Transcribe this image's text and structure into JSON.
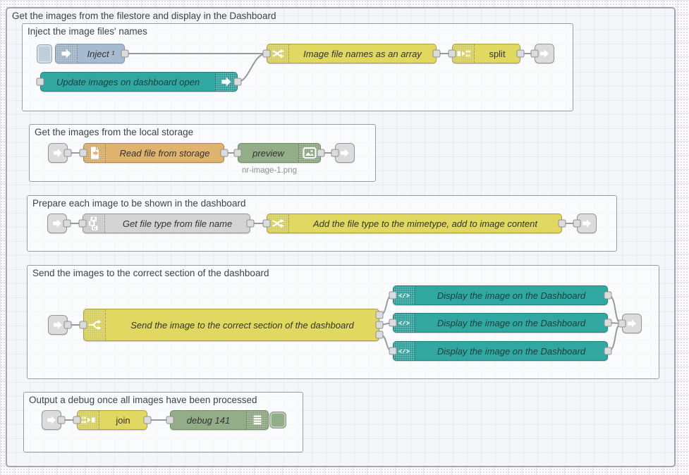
{
  "groups": {
    "outer": {
      "label": "Get the images from the filestore and display in the Dashboard"
    },
    "inject": {
      "label": "Inject the image files' names"
    },
    "storage": {
      "label": "Get the images from the local storage"
    },
    "prepare": {
      "label": "Prepare each image to be shown in the dashboard"
    },
    "send": {
      "label": "Send the images to the correct section of the dashboard"
    },
    "output": {
      "label": "Output a debug once all images have been processed"
    }
  },
  "nodes": {
    "inject": {
      "label": "Inject ¹"
    },
    "update": {
      "label": "Update images on dashboard open"
    },
    "filenames": {
      "label": "Image file names as an array"
    },
    "split": {
      "label": "split"
    },
    "readfile": {
      "label": "Read file from storage"
    },
    "preview": {
      "label": "preview",
      "status": "nr-image-1.png"
    },
    "filetype": {
      "label": "Get file type from file name"
    },
    "mimetype": {
      "label": "Add the file type to the mimetype, add to image content"
    },
    "switch": {
      "label": "Send the image to the correct section of the dashboard"
    },
    "display1": {
      "label": "Display the image on the Dashboard"
    },
    "display2": {
      "label": "Display the image on the Dashboard"
    },
    "display3": {
      "label": "Display the image on the Dashboard"
    },
    "join": {
      "label": "join"
    },
    "debug": {
      "label": "debug 141"
    }
  },
  "colors": {
    "inject_node": "#a6bbcf",
    "dashboard_teal": "#31a7a2",
    "function_yellow": "#e1d861",
    "file_orange": "#e0b36e",
    "debug_green": "#92ad87",
    "gray_node": "#d4d4d4",
    "link_node": "#dcdcdc",
    "wire": "#999999"
  }
}
